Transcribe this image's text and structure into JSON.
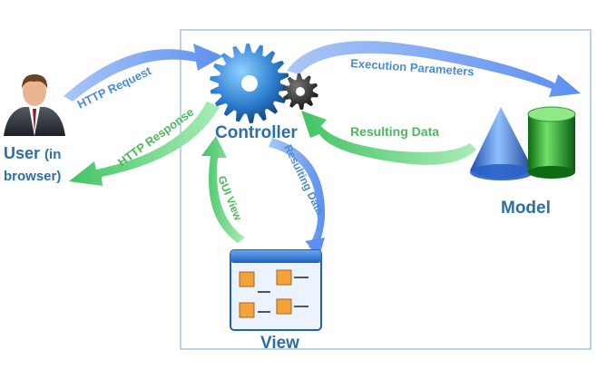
{
  "actors": {
    "user": {
      "name": "User",
      "note_line1": "(in",
      "note_line2": "browser)"
    },
    "controller": {
      "name": "Controller"
    },
    "model": {
      "name": "Model"
    },
    "view": {
      "name": "View"
    }
  },
  "flows": {
    "http_request": "HTTP Request",
    "http_response": "HTTP Response",
    "execution_parameters": "Execution Parameters",
    "resulting_data_model": "Resulting Data",
    "gui_view": "GUI View",
    "resulting_data_view": "Resulting Data"
  },
  "colors": {
    "request_arrow": "#6b9ef0",
    "response_arrow": "#5fd07a",
    "label_title": "#2c6eaa",
    "frame": "#8fb4d6"
  },
  "icons": [
    "person-icon",
    "gear-icon",
    "cone-icon",
    "cylinder-icon",
    "window-icon"
  ]
}
